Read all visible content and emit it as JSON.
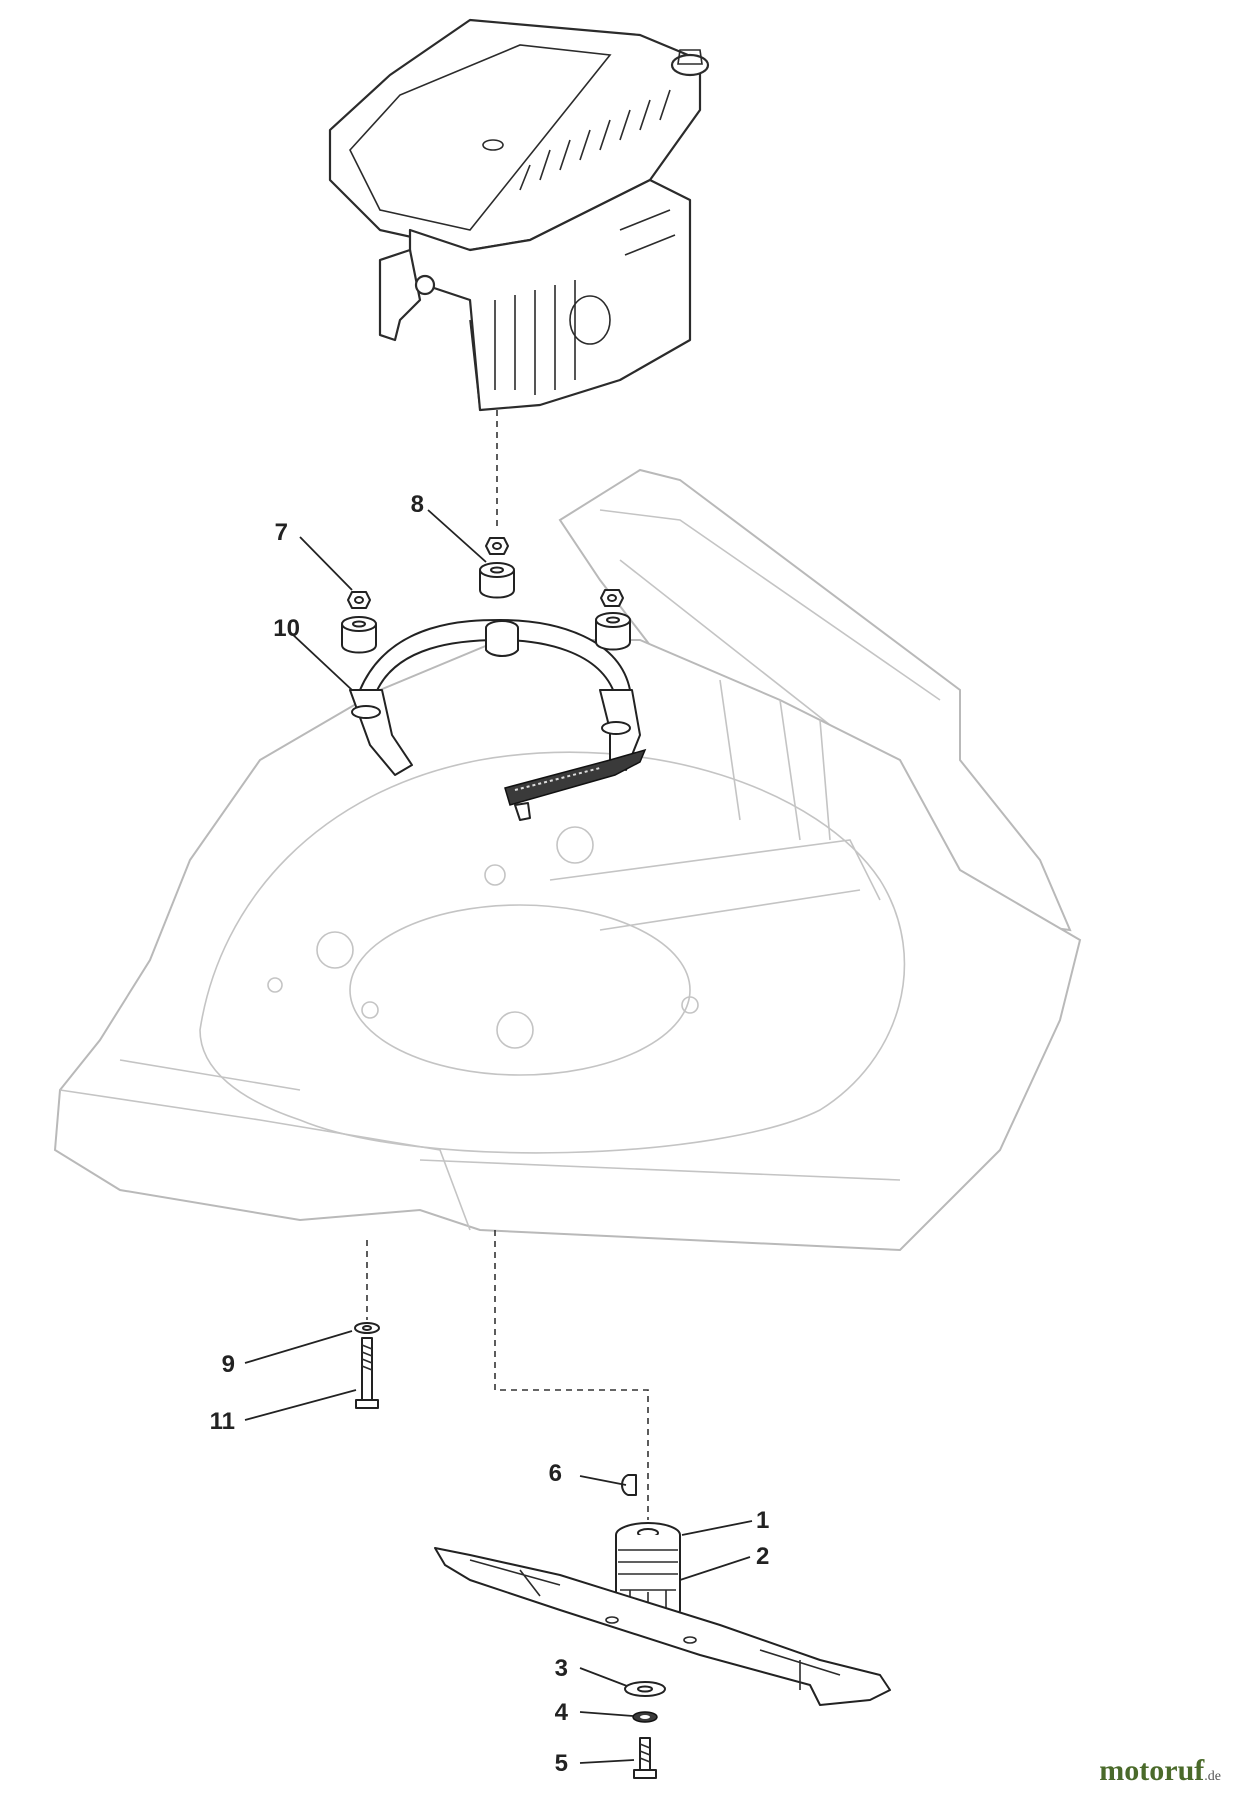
{
  "callouts": {
    "c1": "1",
    "c2": "2",
    "c3": "3",
    "c4": "4",
    "c5": "5",
    "c6": "6",
    "c7": "7",
    "c8": "8",
    "c9": "9",
    "c10": "10",
    "c11": "11"
  },
  "watermark": {
    "main": "motoruf",
    "suffix": ".de"
  },
  "colors": {
    "line": "#222222",
    "deck_outline": "#b9b9b9",
    "watermark": "#4a6a2a"
  }
}
